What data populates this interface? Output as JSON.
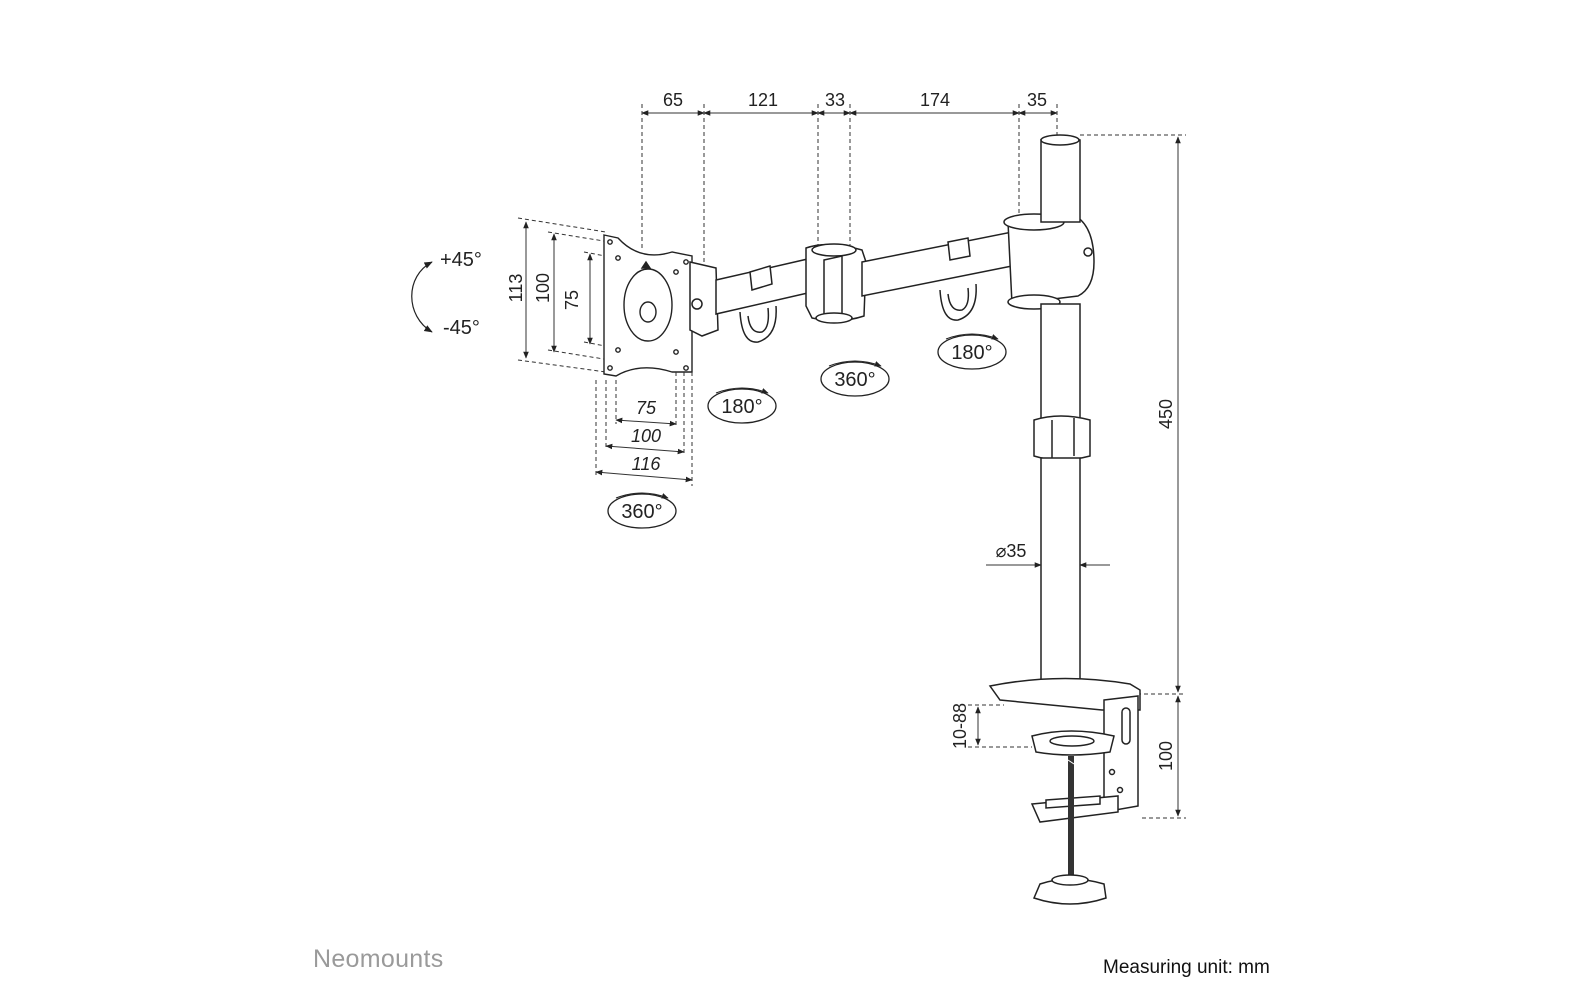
{
  "diagram": {
    "top_dims": [
      "65",
      "121",
      "33",
      "174",
      "35"
    ],
    "vesa_side_dims": [
      "113",
      "100",
      "75"
    ],
    "vesa_bottom_dims": [
      "75",
      "100",
      "116"
    ],
    "tilt": {
      "up": "+45°",
      "down": "-45°"
    },
    "rotations": {
      "plate": "360°",
      "joint_1": "180°",
      "joint_2": "360°",
      "joint_3": "180°"
    },
    "pole_height": "450",
    "pole_diameter": "⌀35",
    "clamp_thickness": "10-88",
    "clamp_height": "100"
  },
  "footer": {
    "brand": "Neomounts",
    "unit": "Measuring unit: mm"
  },
  "colors": {
    "line": "#222222",
    "dim_line": "#333333",
    "brand": "#9a9a9a"
  }
}
